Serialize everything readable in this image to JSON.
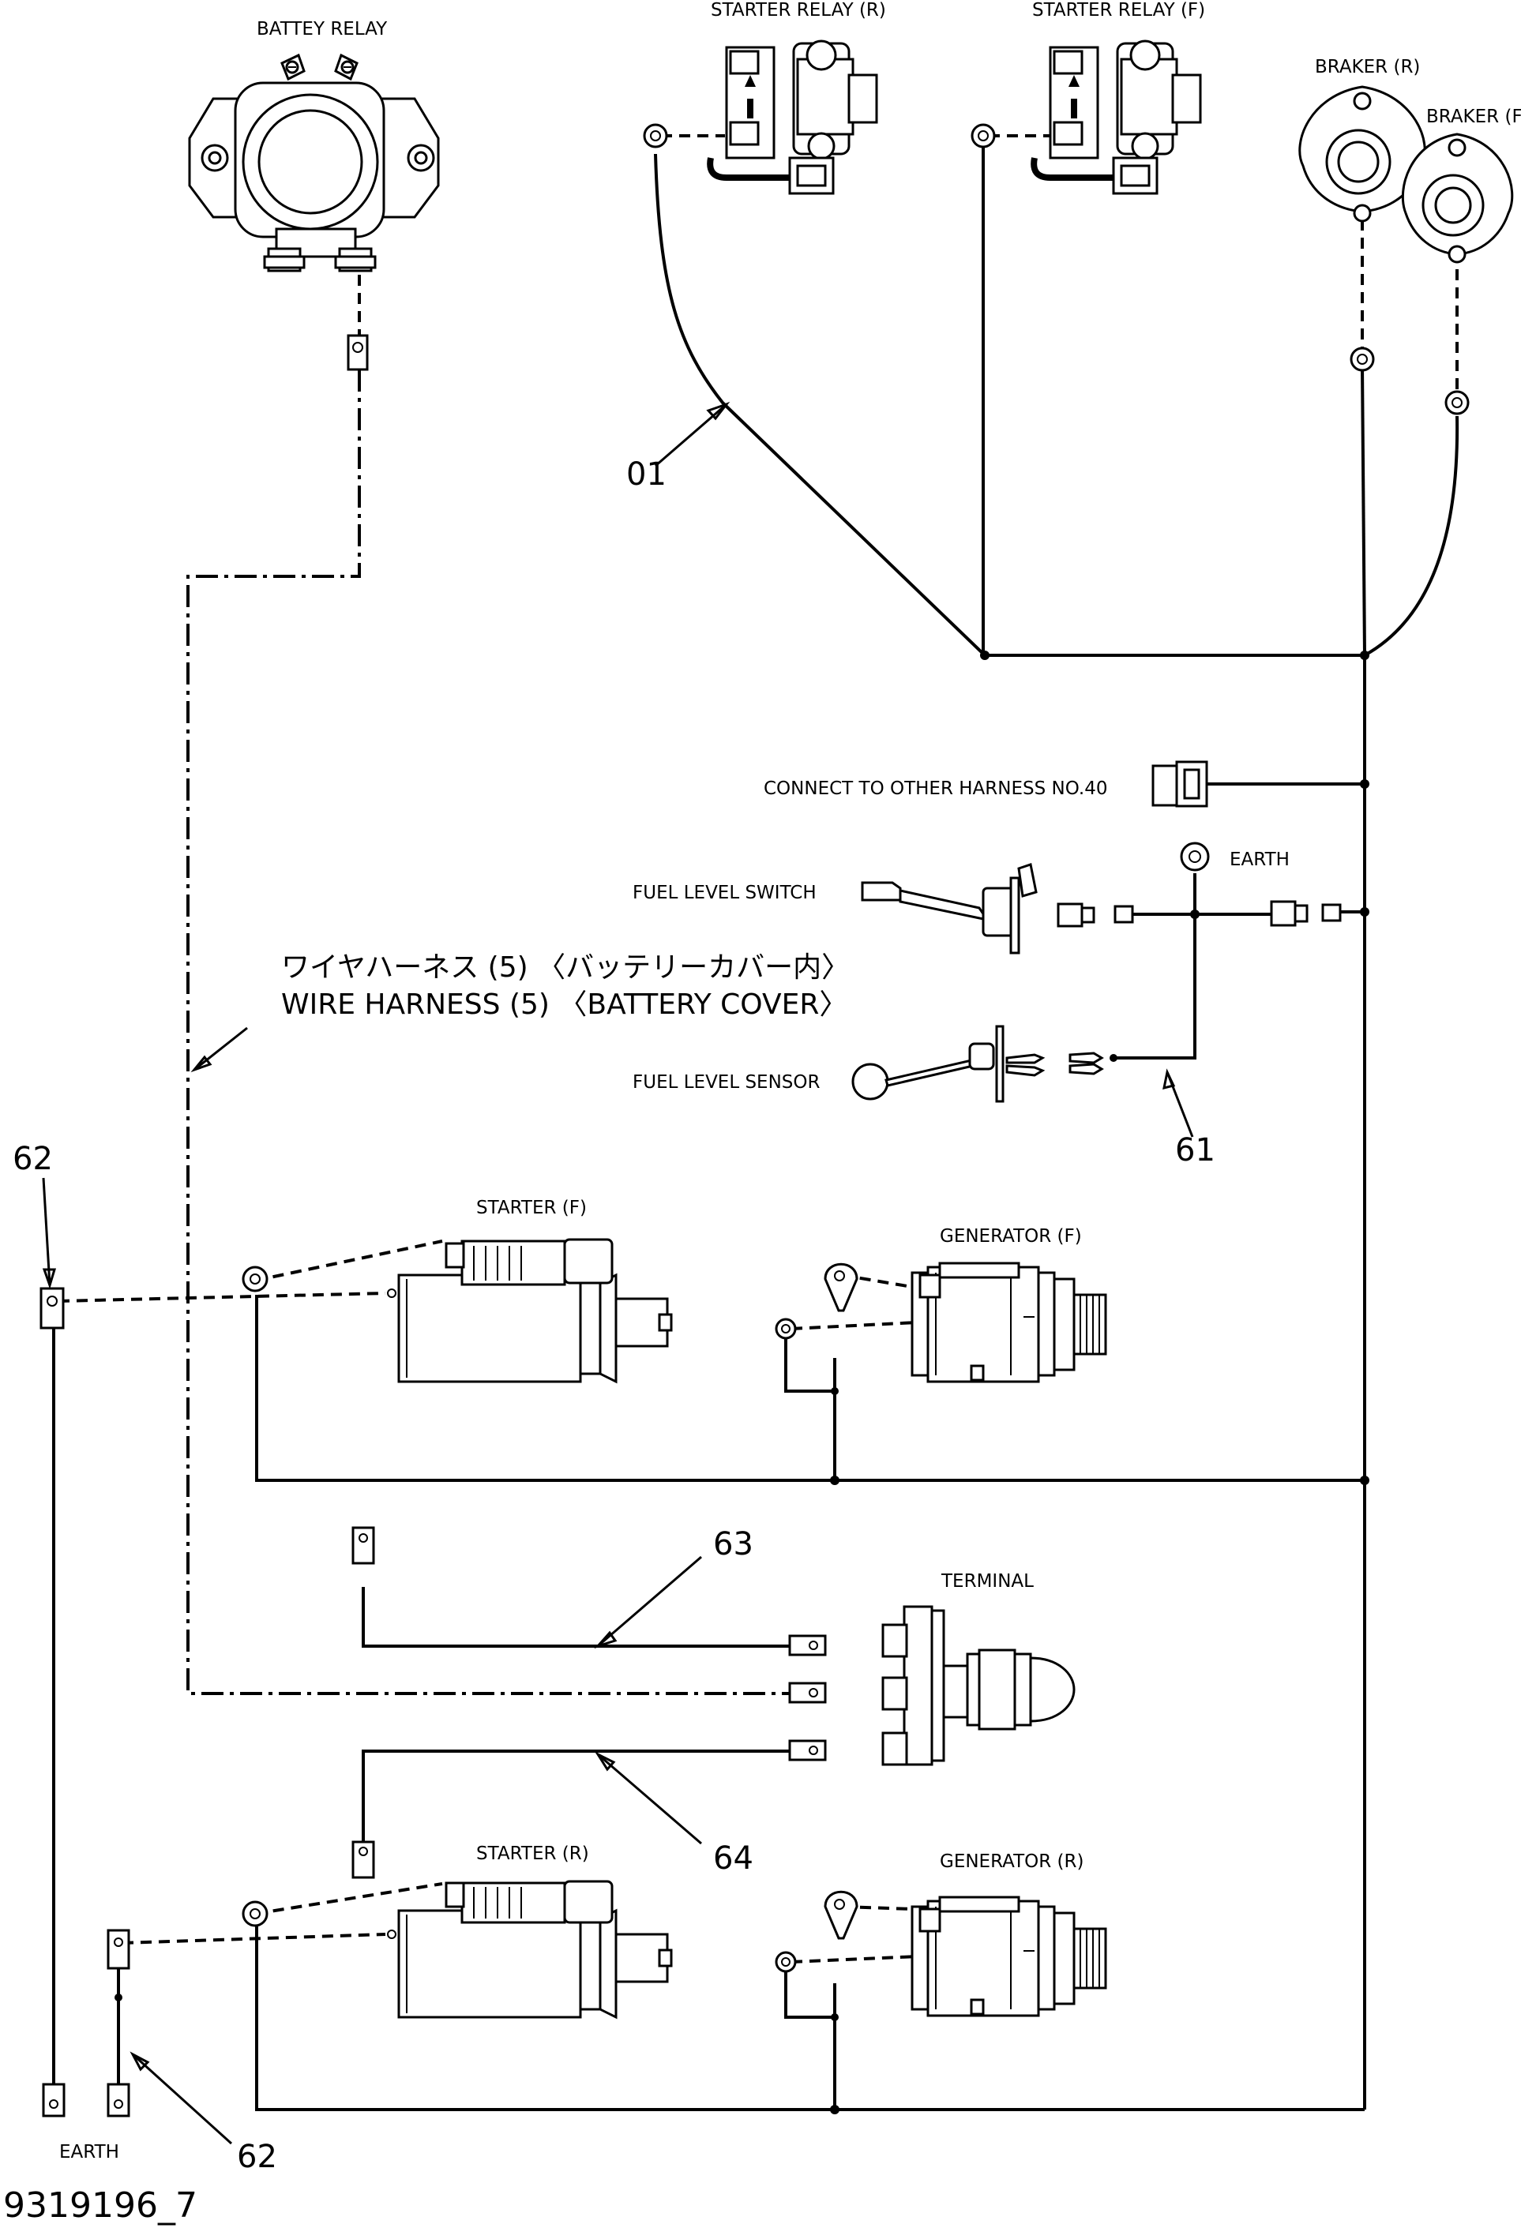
{
  "labels": {
    "battery_relay": "BATTEY RELAY",
    "starter_relay_r": "STARTER RELAY (R)",
    "starter_relay_f": "STARTER RELAY (F)",
    "braker_r": "BRAKER (R)",
    "braker_f": "BRAKER (F)",
    "connect_other_harness": "CONNECT TO OTHER HARNESS NO.40",
    "earth_top": "EARTH",
    "fuel_level_switch": "FUEL LEVEL SWITCH",
    "fuel_level_sensor": "FUEL LEVEL SENSOR",
    "harness_jp": "ワイヤハーネス (5) 〈バッテリーカバー内〉",
    "harness_en": "WIRE HARNESS (5) 〈BATTERY COVER〉",
    "starter_f": "STARTER (F)",
    "generator_f": "GENERATOR (F)",
    "terminal": "TERMINAL",
    "starter_r": "STARTER (R)",
    "generator_r": "GENERATOR (R)",
    "earth_bottom": "EARTH"
  },
  "callouts": {
    "c01": "01",
    "c61": "61",
    "c62_top": "62",
    "c63": "63",
    "c64": "64",
    "c62_bottom": "62"
  },
  "document_id": "9319196_7"
}
